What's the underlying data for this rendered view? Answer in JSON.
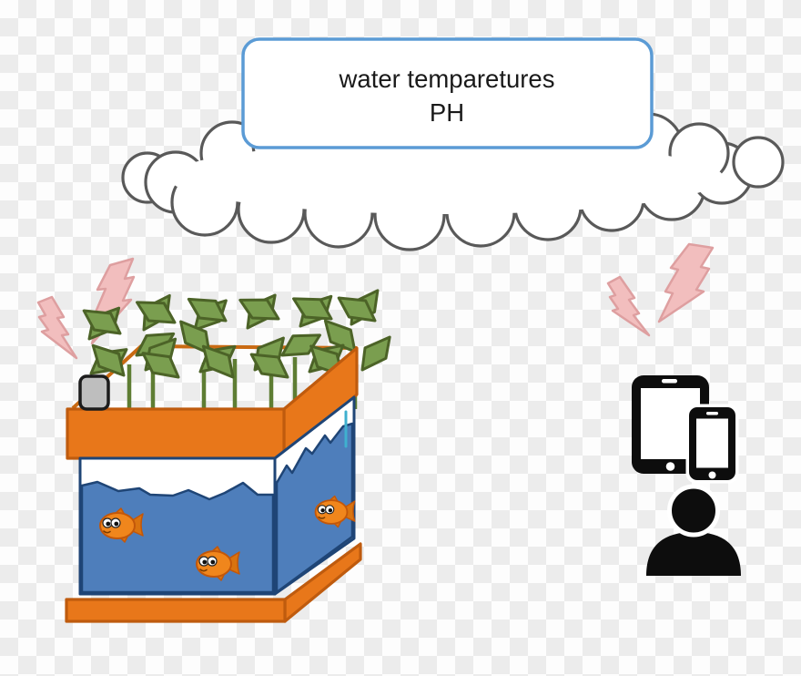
{
  "cloud_label": {
    "line1": "water temparetures",
    "line2": "PH"
  },
  "scene": {
    "fish_count": 3,
    "devices": [
      "tablet",
      "smartphone"
    ],
    "signal_bolts": 4
  },
  "palette": {
    "checkerGray": "#ececec",
    "cloudStroke": "#595959",
    "calloutBorder": "#5b9bd5",
    "textColor": "#1a1a1a",
    "orange": "#e8771a",
    "orangeEdge": "#bf5b0e",
    "rimLine": "#c96a12",
    "water": "#4e7ebb",
    "waterEdge": "#1f4576",
    "glassTeal": "#3fb0cf",
    "leaf": "#7a9e4f",
    "leafEdge": "#4c6327",
    "stem": "#5e7d33",
    "boltFill": "#f2bebe",
    "boltEdge": "#de9fa0",
    "fishBody": "#f0861c",
    "fishFin": "#d9730f",
    "fishEdge": "#c2570a",
    "sensorGray": "#bebebe",
    "iconBlack": "#0d0d0d"
  }
}
